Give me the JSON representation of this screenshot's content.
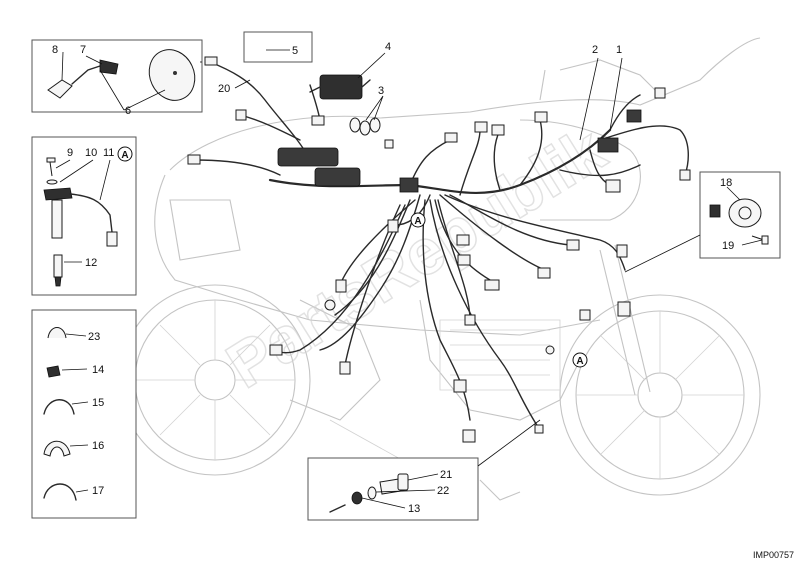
{
  "labels": {
    "p1": "1",
    "p2": "2",
    "p3": "3",
    "p4": "4",
    "p5": "5",
    "p6": "6",
    "p7": "7",
    "p8": "8",
    "p9": "9",
    "p10": "10",
    "p11": "11",
    "p12": "12",
    "p13": "13",
    "p14": "14",
    "p15": "15",
    "p16": "16",
    "p17": "17",
    "p18": "18",
    "p19": "19",
    "p20": "20",
    "p21": "21",
    "p22": "22",
    "p23": "23"
  },
  "callouts": {
    "a": "A"
  },
  "watermark": "PartsRepublik",
  "ref_code": "IMP00757"
}
